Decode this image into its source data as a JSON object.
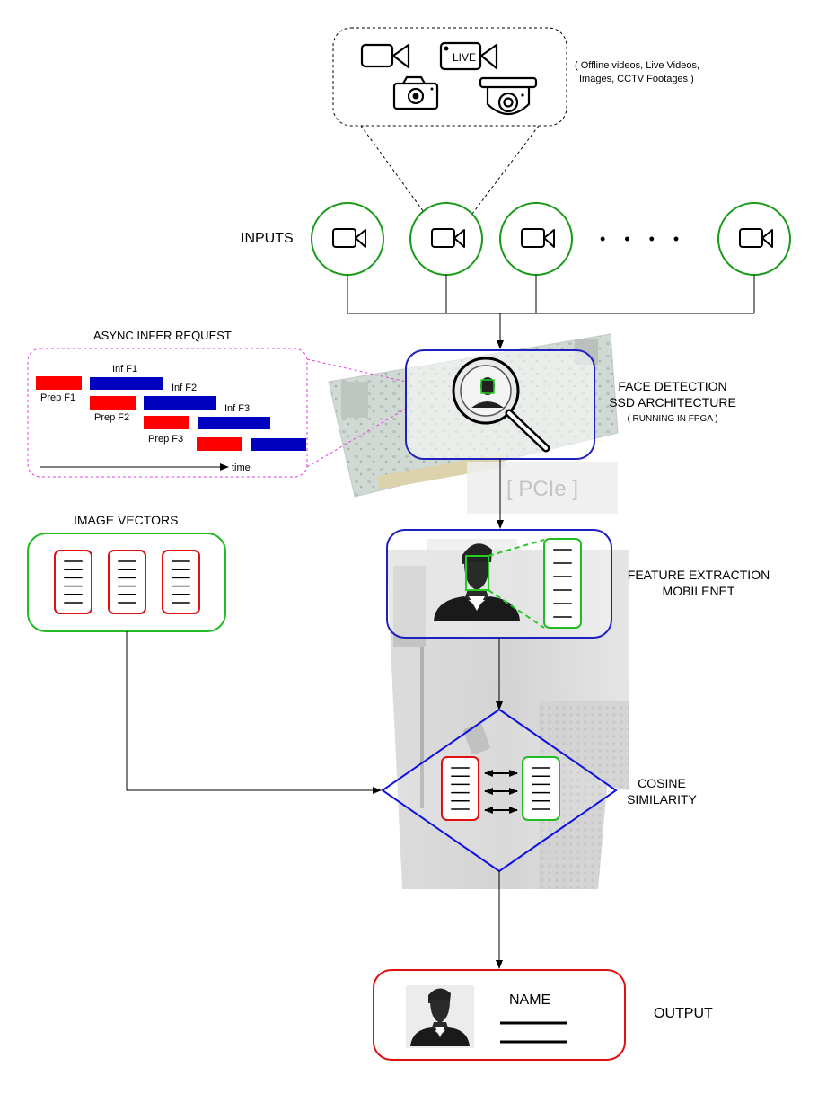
{
  "source_box": {
    "caption_line1": "( Offline videos, Live Videos,",
    "caption_line2": "Images, CCTV Footages )",
    "live_label": "LIVE",
    "icons": [
      "video-camera-icon",
      "live-camera-icon",
      "photo-camera-icon",
      "cctv-camera-icon"
    ]
  },
  "inputs": {
    "label": "INPUTS",
    "ellipsis": "• • • •",
    "camera_icon": "video-camera-icon",
    "border_color": "#1a9a1a"
  },
  "async": {
    "title": "ASYNC INFER REQUEST",
    "prep_labels": [
      "Prep F1",
      "Prep F2",
      "Prep F3"
    ],
    "inf_labels": [
      "Inf F1",
      "Inf F2",
      "Inf F3"
    ],
    "time_label": "time",
    "prep_color": "#ff0000",
    "inf_color": "#0000c0",
    "border_color": "#e040e0"
  },
  "face_detection": {
    "line1": "FACE DETECTION",
    "line2": "SSD ARCHITECTURE",
    "line3": "( RUNNING IN FPGA )",
    "border_color": "#2020c0"
  },
  "pcie": {
    "label": "[ PCIe ]"
  },
  "image_vectors": {
    "title": "IMAGE VECTORS",
    "border_color": "#22bb22",
    "vector_color": "#dd1111"
  },
  "feature_extraction": {
    "line1": "FEATURE EXTRACTION",
    "line2": "MOBILENET",
    "border_color": "#2020c0"
  },
  "cosine": {
    "line1": "COSINE",
    "line2": "SIMILARITY",
    "border_color": "#1010e0"
  },
  "output": {
    "label": "OUTPUT",
    "name_label": "NAME",
    "border_color": "#e01010"
  }
}
